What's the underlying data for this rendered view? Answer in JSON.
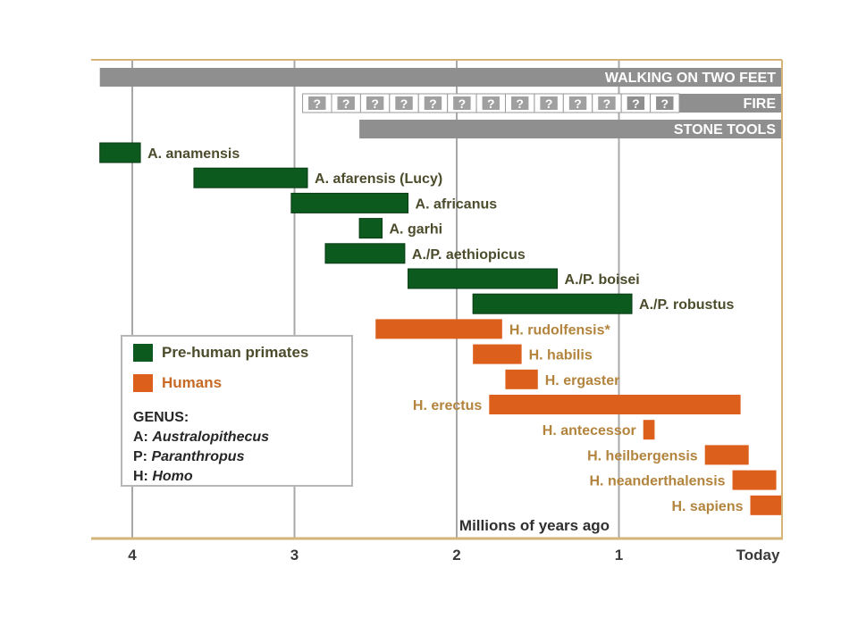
{
  "chart_data": {
    "type": "range-bar",
    "xlabel": "Millions of years ago",
    "x_direction": "reversed",
    "xlim": [
      4.25,
      0
    ],
    "ticks": [
      {
        "value": 4,
        "label": "4"
      },
      {
        "value": 3,
        "label": "3"
      },
      {
        "value": 2,
        "label": "2"
      },
      {
        "value": 1,
        "label": "1"
      },
      {
        "value": 0,
        "label": "Today"
      }
    ],
    "grid": true,
    "bands": [
      {
        "label": "WALKING ON TWO FEET",
        "start": 4.2,
        "end": 0,
        "style": "solid"
      },
      {
        "label": "FIRE",
        "start": 2.95,
        "end": 0,
        "style": "question-marks",
        "marker": "?",
        "marker_count": 13
      },
      {
        "label": "STONE TOOLS",
        "start": 2.6,
        "end": 0,
        "style": "solid"
      }
    ],
    "species": [
      {
        "name": "A. anamensis",
        "group": "pre-human",
        "start": 4.2,
        "end": 3.95,
        "label_side": "right"
      },
      {
        "name": "A. afarensis (Lucy)",
        "group": "pre-human",
        "start": 3.62,
        "end": 2.92,
        "label_side": "right"
      },
      {
        "name": "A. africanus",
        "group": "pre-human",
        "start": 3.02,
        "end": 2.3,
        "label_side": "right"
      },
      {
        "name": "A. garhi",
        "group": "pre-human",
        "start": 2.6,
        "end": 2.46,
        "label_side": "right"
      },
      {
        "name": "A./P. aethiopicus",
        "group": "pre-human",
        "start": 2.81,
        "end": 2.32,
        "label_side": "right"
      },
      {
        "name": "A./P. boisei",
        "group": "pre-human",
        "start": 2.3,
        "end": 1.38,
        "label_side": "right"
      },
      {
        "name": "A./P. robustus",
        "group": "pre-human",
        "start": 1.9,
        "end": 0.92,
        "label_side": "right"
      },
      {
        "name": "H. rudolfensis*",
        "group": "human",
        "start": 2.5,
        "end": 1.72,
        "label_side": "right"
      },
      {
        "name": "H. habilis",
        "group": "human",
        "start": 1.9,
        "end": 1.6,
        "label_side": "right"
      },
      {
        "name": "H. ergaster",
        "group": "human",
        "start": 1.7,
        "end": 1.5,
        "label_side": "right"
      },
      {
        "name": "H. erectus",
        "group": "human",
        "start": 1.8,
        "end": 0.25,
        "label_side": "left"
      },
      {
        "name": "H. antecessor",
        "group": "human",
        "start": 0.85,
        "end": 0.78,
        "label_side": "left"
      },
      {
        "name": "H. heilbergensis",
        "group": "human",
        "start": 0.47,
        "end": 0.2,
        "label_side": "left"
      },
      {
        "name": "H. neanderthalensis",
        "group": "human",
        "start": 0.3,
        "end": 0.03,
        "label_side": "left"
      },
      {
        "name": "H. sapiens",
        "group": "human",
        "start": 0.19,
        "end": 0.0,
        "label_side": "left"
      }
    ],
    "legend": {
      "placement": "lower-left",
      "entries": [
        {
          "group": "pre-human",
          "label": "Pre-human primates"
        },
        {
          "group": "human",
          "label": "Humans"
        }
      ],
      "genus_title": "GENUS:",
      "genus": [
        {
          "key": "A:",
          "name": "Australopithecus"
        },
        {
          "key": "P:",
          "name": "Paranthropus"
        },
        {
          "key": "H:",
          "name": "Homo"
        }
      ]
    },
    "colors": {
      "pre-human": "#0d5a1f",
      "human": "#dc5f1c",
      "band": "#8f8f8f",
      "grid": "#a8a8a8",
      "frame": "#d4b577",
      "pre_label": "#4c4c2c",
      "human_label": "#b3843d",
      "legend_human_text": "#c86a25"
    }
  }
}
